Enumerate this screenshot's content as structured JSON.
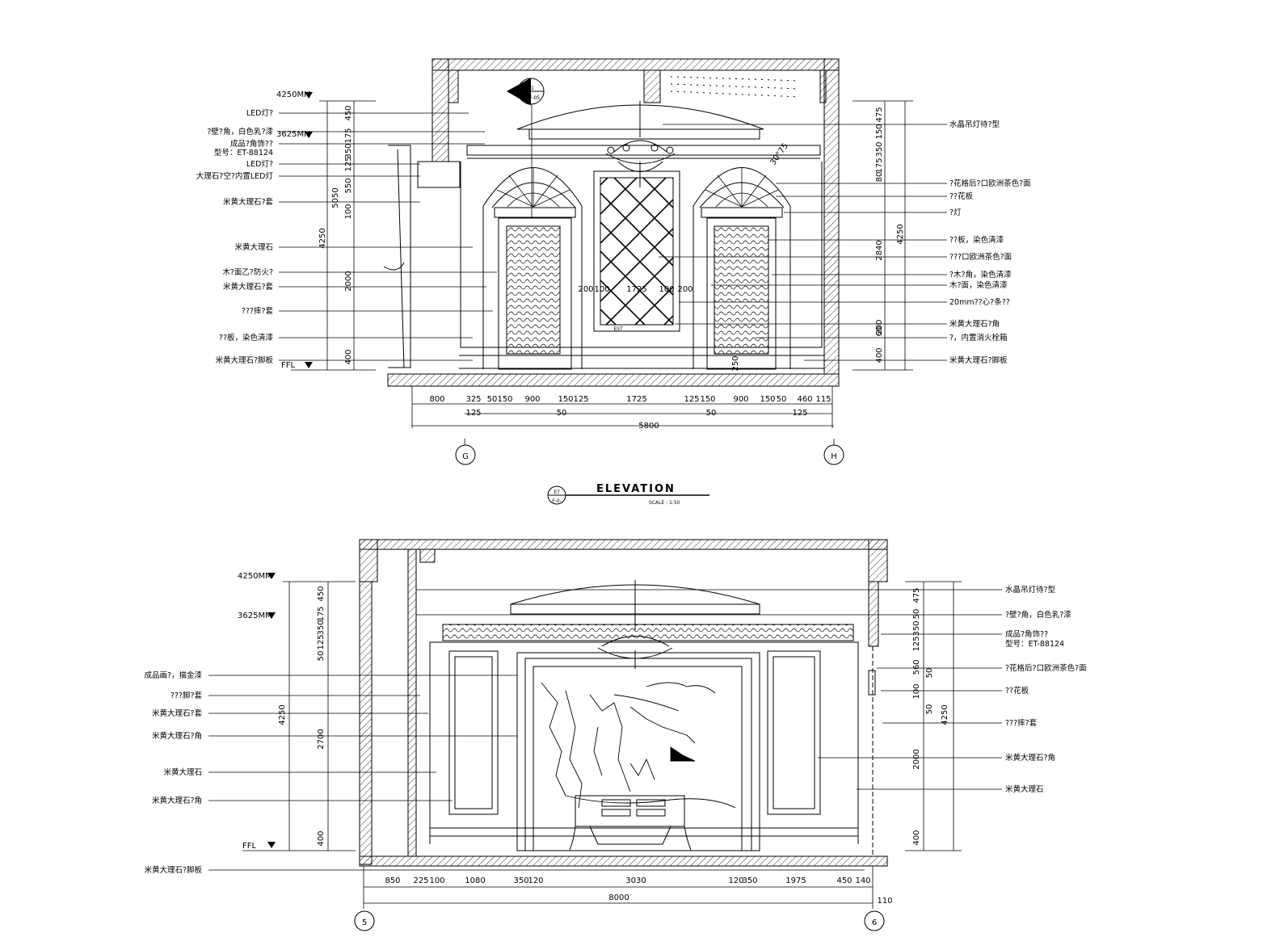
{
  "top": {
    "left_labels": [
      "LED灯?",
      "?壁?角，白色乳?漆",
      "成品?角饰??",
      "型号：ET-88124",
      "LED灯?",
      "大理石?空?内置LED灯",
      "米黄大理石?套",
      "米黄大理石",
      "木?面乙?防火?",
      "米黄大理石?套",
      "???摔?套",
      "??板，染色清漆",
      "米黄大理石?脚板"
    ],
    "right_labels": [
      "水晶吊灯待?型",
      "?花格后?口欧洲茶色?面",
      "??花板",
      "?灯",
      "??板，染色清漆",
      "???口欧洲茶色?面",
      "?木?角，染色清漆",
      "木?面，染色清漆",
      "20mm??心?条??",
      "米黄大理石?角",
      "?，内置消火栓箱",
      "米黄大理石?脚板"
    ],
    "levels": [
      "4250MM",
      "3625MM",
      "FFL"
    ],
    "left_vdims": [
      "450",
      "175",
      "350",
      "125",
      "550",
      "100",
      "2000",
      "400"
    ],
    "left_overall": [
      "5050",
      "4250"
    ],
    "right_vdims": [
      "475",
      "150",
      "350",
      "175",
      "80",
      "2840",
      "200",
      "60",
      "400"
    ],
    "right_overall": "4250",
    "h_dims": [
      "800",
      "325",
      "50",
      "150",
      "900",
      "150",
      "125",
      "1725",
      "125",
      "150",
      "900",
      "150",
      "50",
      "460",
      "115"
    ],
    "h_dims2": [
      "125",
      "50",
      "50",
      "125"
    ],
    "overall_width": "5800",
    "inner_dims": [
      "200",
      "100",
      "1725",
      "100",
      "200"
    ],
    "angle": "30°75",
    "section_tag": "S1",
    "section_ref": "?1F-05",
    "marks": [
      "EST",
      "250"
    ],
    "axis_left": "G",
    "axis_right": "H"
  },
  "title": {
    "text": "ELEVATION",
    "scale": "SCALE :   1:50",
    "tag": "E7",
    "tag_sub": "F-0-"
  },
  "bottom": {
    "left_labels": [
      "成品画?，描金漆",
      "???脚?套",
      "米黄大理石?套",
      "米黄大理石?角",
      "米黄大理石",
      "米黄大理石?角",
      "米黄大理石?脚板"
    ],
    "right_labels": [
      "水晶吊灯待?型",
      "?壁?角，白色乳?漆",
      "成品?角饰??",
      "型号：ET-88124",
      "?花格后?口欧洲茶色?面",
      "??花板",
      "???摔?套",
      "米黄大理石?角",
      "米黄大理石"
    ],
    "levels": [
      "4250MM",
      "3625MM",
      "FFL"
    ],
    "left_vdims": [
      "450",
      "175",
      "350",
      "125",
      "50",
      "2700",
      "400"
    ],
    "left_overall": "4250",
    "right_vdims": [
      "475",
      "50",
      "350",
      "125",
      "560",
      "100",
      "2000",
      "400"
    ],
    "right_extra": [
      "50",
      "50"
    ],
    "right_overall": "4250",
    "h_dims": [
      "850",
      "225",
      "100",
      "1080",
      "350",
      "120",
      "3030",
      "120",
      "350",
      "1975",
      "450",
      "140"
    ],
    "overall_width": "8000",
    "extra_dim": "110",
    "axis_left": "5",
    "axis_right": "6"
  }
}
